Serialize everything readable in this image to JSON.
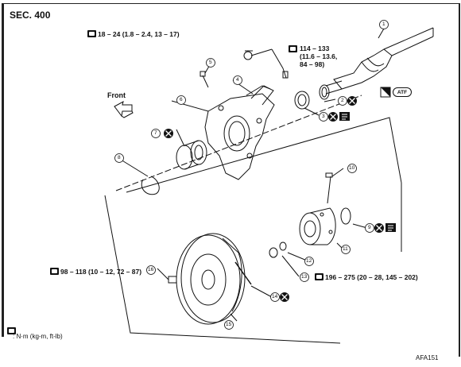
{
  "section": "SEC. 400",
  "front_label": "Front",
  "torque_specs": {
    "t_upper_left": "18 – 24 (1.8 – 2.4, 13 – 17)",
    "t_upper_right_line1": "114 – 133",
    "t_upper_right_line2": "(11.6 – 13.6,",
    "t_upper_right_line3": "84 – 98)",
    "t_left_16": "98 – 118 (10 – 12, 72 – 87)",
    "t_right_13": "196 – 275 (20 – 28, 145 – 202)"
  },
  "atf_label": "ATF",
  "legend": ": N·m (kg-m, ft-lb)",
  "figure_id": "AFA151",
  "callouts": [
    "1",
    "2",
    "3",
    "4",
    "5",
    "6",
    "7",
    "8",
    "9",
    "10",
    "11",
    "12",
    "13",
    "14",
    "15",
    "16"
  ],
  "icons": {
    "torque": "torque-wrench-icon",
    "replace": "crossed-circle-icon",
    "grease": "grease-icon",
    "front_arrow": "front-arrow-icon"
  }
}
